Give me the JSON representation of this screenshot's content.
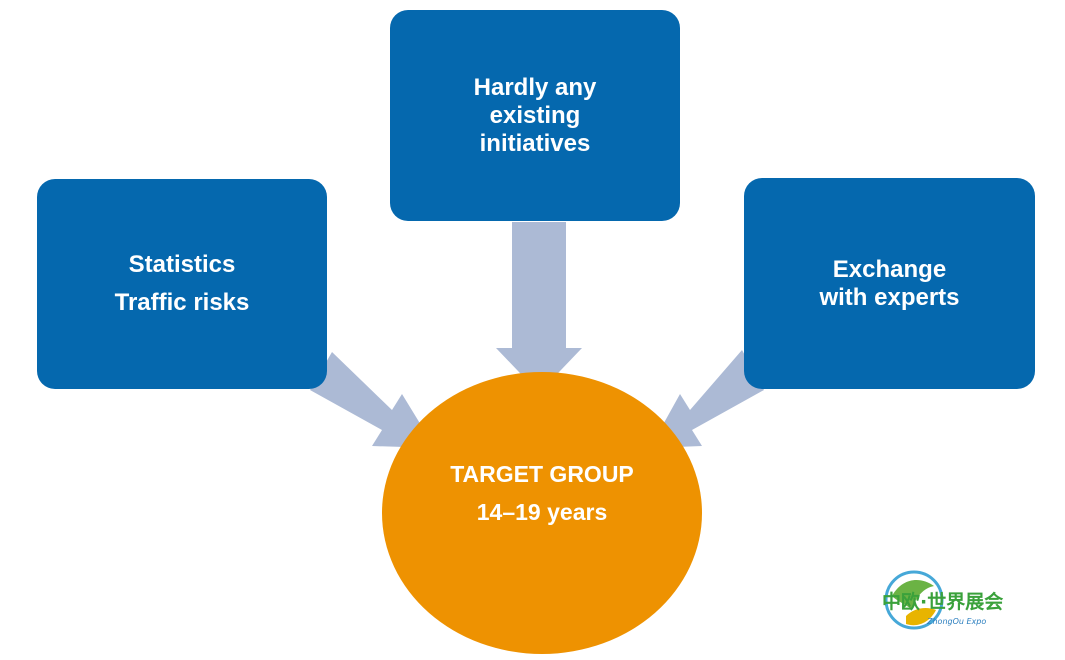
{
  "boxes": {
    "top": [
      "Hardly any",
      "existing",
      "initiatives"
    ],
    "left": [
      "Statistics",
      "Traffic risks"
    ],
    "right": [
      "Exchange",
      "with experts"
    ]
  },
  "center": {
    "line1": "TARGET GROUP",
    "line2": "14–19 years"
  },
  "watermark": {
    "title": "中欧·世界展会",
    "subtitle": "ZhongOu Expo"
  },
  "colors": {
    "box": "#0568ae",
    "circle": "#ee9201",
    "arrow": "#acbad5"
  }
}
